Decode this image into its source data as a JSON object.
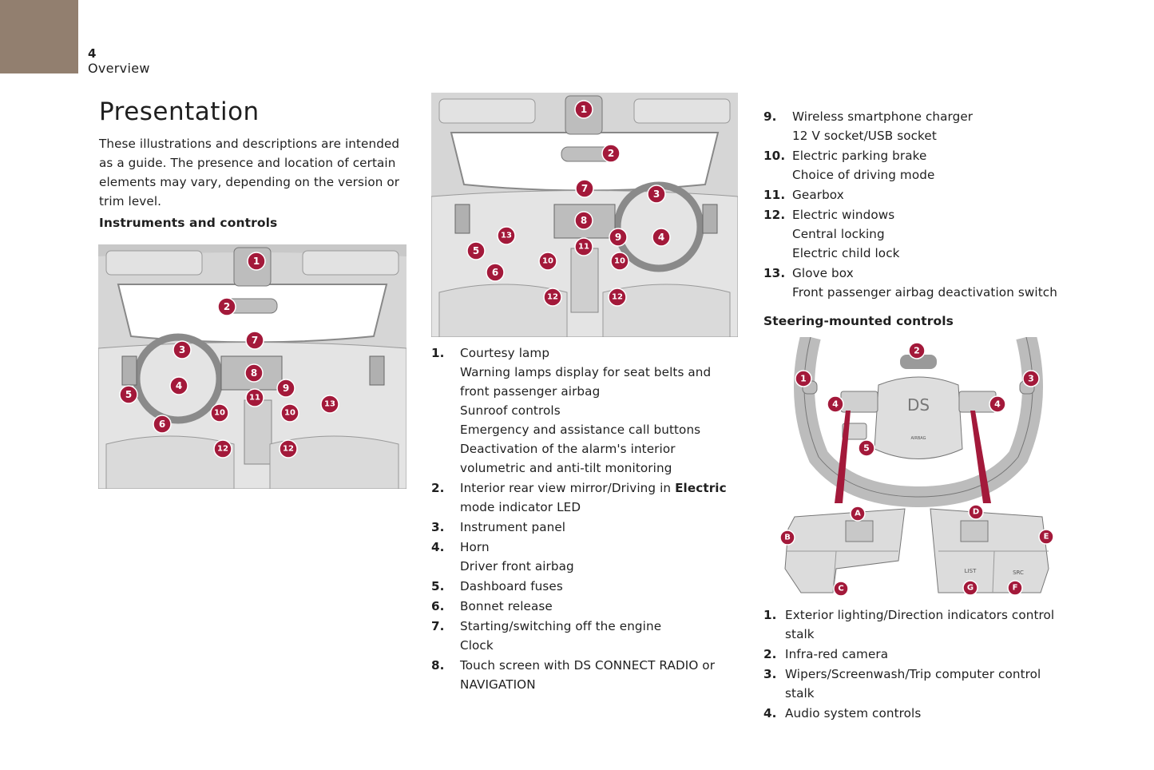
{
  "header": {
    "page_number": "4",
    "section": "Overview",
    "tab_color": "#927f6f"
  },
  "title": "Presentation",
  "intro": "These illustrations and descriptions are intended as a guide. The presence and location of certain elements may vary, depending on the version or trim level.",
  "instruments_heading": "Instruments and controls",
  "steering_heading": "Steering-mounted controls",
  "callout_color": "#a3193a",
  "figures": {
    "lhd_callouts": [
      "1",
      "2",
      "3",
      "4",
      "5",
      "6",
      "7",
      "8",
      "9",
      "10",
      "10",
      "11",
      "12",
      "12",
      "13"
    ],
    "rhd_callouts": [
      "1",
      "2",
      "3",
      "4",
      "5",
      "6",
      "7",
      "8",
      "9",
      "10",
      "10",
      "11",
      "12",
      "12",
      "13"
    ],
    "wheel_callouts": [
      "1",
      "2",
      "3",
      "4",
      "4",
      "5"
    ],
    "wheel_button_callouts": [
      "A",
      "B",
      "C",
      "D",
      "E",
      "F",
      "G"
    ],
    "wheel_button_labels": {
      "list": "LIST",
      "src": "SRC",
      "airbag": "AIRBAG"
    }
  },
  "instruments_list": [
    {
      "num": "1.",
      "lines": [
        "Courtesy lamp",
        "Warning lamps display for seat belts and",
        "front passenger airbag",
        "Sunroof controls",
        "Emergency and assistance call buttons",
        "Deactivation of the alarm's interior",
        "volumetric and anti-tilt monitoring"
      ]
    },
    {
      "num": "2.",
      "lines": [
        "Interior rear view mirror/Driving in ",
        "mode indicator LED"
      ],
      "bold_word": "Electric"
    },
    {
      "num": "3.",
      "lines": [
        "Instrument panel"
      ]
    },
    {
      "num": "4.",
      "lines": [
        "Horn",
        "Driver front airbag"
      ]
    },
    {
      "num": "5.",
      "lines": [
        "Dashboard fuses"
      ]
    },
    {
      "num": "6.",
      "lines": [
        "Bonnet release"
      ]
    },
    {
      "num": "7.",
      "lines": [
        "Starting/switching off the engine",
        "Clock"
      ]
    },
    {
      "num": "8.",
      "lines": [
        "Touch screen with DS CONNECT RADIO or",
        "NAVIGATION"
      ]
    },
    {
      "num": "9.",
      "lines": [
        "Wireless smartphone charger",
        "12 V socket/USB socket"
      ]
    },
    {
      "num": "10.",
      "lines": [
        "Electric parking brake",
        "Choice of driving mode"
      ]
    },
    {
      "num": "11.",
      "lines": [
        "Gearbox"
      ]
    },
    {
      "num": "12.",
      "lines": [
        "Electric windows",
        "Central locking",
        "Electric child lock"
      ]
    },
    {
      "num": "13.",
      "lines": [
        "Glove box",
        "Front passenger airbag deactivation switch"
      ]
    }
  ],
  "steering_list": [
    {
      "num": "1.",
      "lines": [
        "Exterior lighting/Direction indicators control",
        "stalk"
      ]
    },
    {
      "num": "2.",
      "lines": [
        "Infra-red camera"
      ]
    },
    {
      "num": "3.",
      "lines": [
        "Wipers/Screenwash/Trip computer control",
        "stalk"
      ]
    },
    {
      "num": "4.",
      "lines": [
        "Audio system controls"
      ]
    }
  ]
}
